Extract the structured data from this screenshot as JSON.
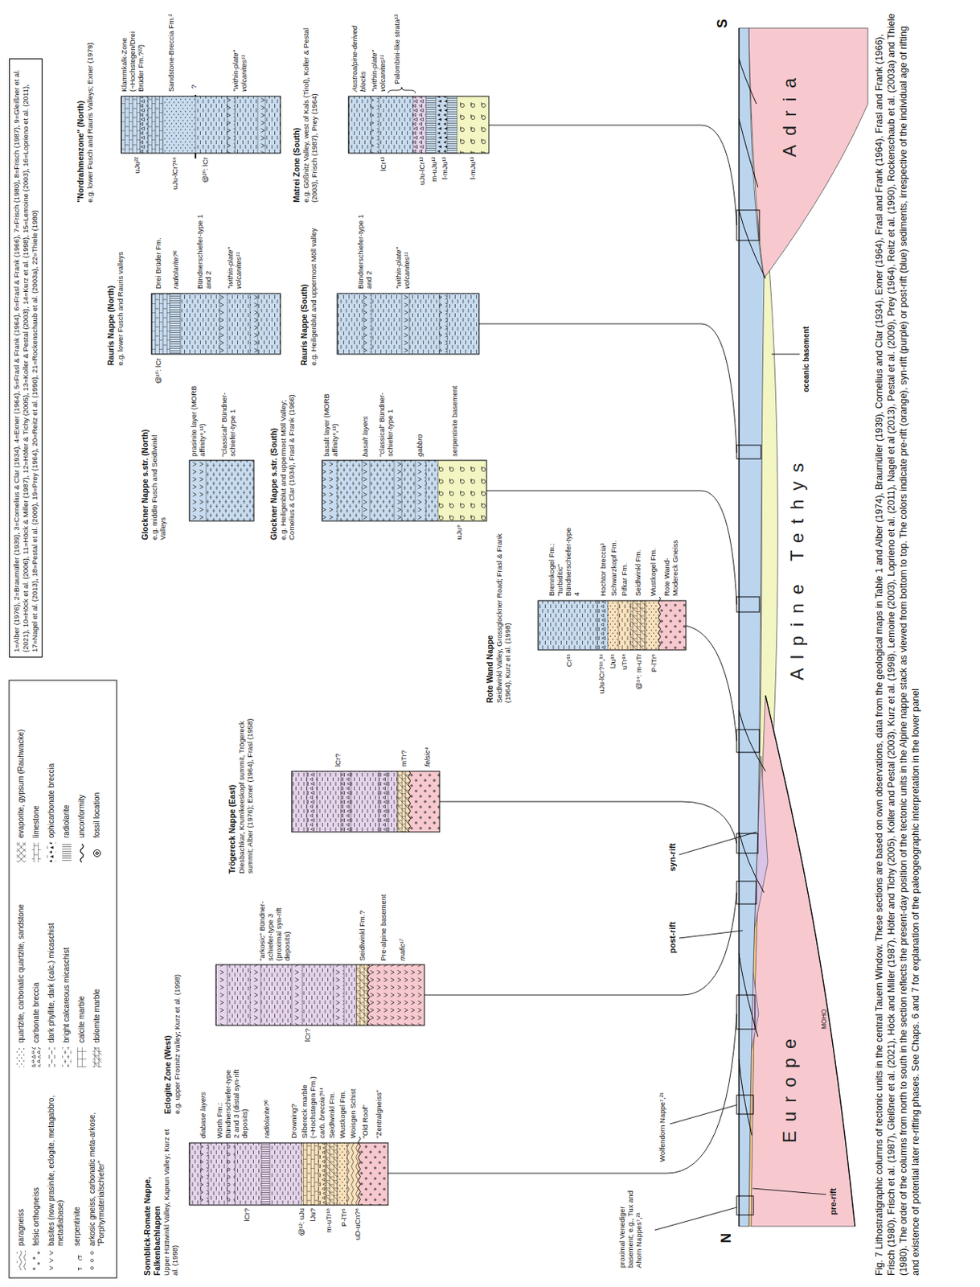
{
  "diagram": {
    "caption": "Fig. 7 Lithostratigraphic columns of tectonic units in the central Tauern Window. These sections are based on own observations, data from the geological maps in Table 1 and Alber (1974), Braumüller (1939), Cornelius and Clar (1934), Exner (1964), Frasl and Frank (1964), Frasl and Frank (1966), Frisch (1980), Frisch et al. (1987), Gleißner et al. (2021), Höck and Miller (1987), Höfer and Tichy (2005), Koller and Pestal (2003), Kurz et al. (1998), Lemoine (2003), Loprieno et al. (2011), Nagel et al (2013), Pestal et al. (2009), Prey (1964), Reitz et al. (1990), Rockenschaub et al. (2003a) and Thiele (1980). The order of the columns from north to south in the section reflects the present-day position of the tectonic units in the Alpine nappe stack as viewed from bottom to top. The colors indicate pre-rift (orange), syn-rift (purple) or post-rift (blue) sediments, irrespective of the individual age of rifting and existence of potential later re-rifting phases. See Chaps. 6 and 7 for explanation of the paleogeographic interpretation in the lower panel",
    "nodes": [
      {
        "text": [
          "1=Alber (1976), 2=Braumüller (1939), 3=Cornelius & Clar (1934), 4=Exner (1964), 5=Frasl & Frank (1964), 6=Frasl & Frank (1966), 7=Frisch (1980), 8=Frisch (1987), 9=Gleißner et al. (2021), 10=Höck et al. (2006), 11=Höck & Miller (1987), 12=Höfer & Tichy (2005), 13=Koller & Pestal (2003), 14=Kurz et al. (1998), 15=Lemoine (2003), 16=Loprieno et al. (2011), 17=Nagel et al. (2013), 18=Pestal et al. (2009), 19=Prey (1964), 20=Reitz et al. (1990), 21=Rockenschaub et al. (2003a), 22=Thiele (1980)"
        ]
      },
      {
        "text": [
          "Sonnblick-Romate Nappe, Falkenbachlappen",
          "Upper Hüttwinkl Valley, Kaprun Valley; Kurz et al. (1998)"
        ]
      },
      {
        "text": [
          "Eclogite Zone (West)",
          "e.g. upper Frosnitz valley; Kurz et al. (1998)"
        ]
      },
      {
        "text": [
          "Trögereck Nappe (East)",
          "Diesbachkar, Krumlkeeskopf summit, Trögereck summit; Alber (1976); Exner (1964), Frasl (1958)"
        ]
      },
      {
        "text": [
          "Rote Wand Nappe",
          "Seidlwinkl Valley, Grossglockner Road; Frasl & Frank (1964), Kurz et al. (1998)"
        ]
      },
      {
        "text": [
          "Glockner Nappe s.str. (North)",
          "e.g. middle Fusch and Seidlwinkl Valleys"
        ]
      },
      {
        "text": [
          "Glockner Nappe s.str. (South)",
          "e.g. Heiligenblut and uppermost Möll Valley; Cornelius & Clar (1934), Frasl & Frank (1966)"
        ]
      },
      {
        "text": [
          "Rauris Nappe (North)",
          "e.g. lower Fusch and Rauris valleys"
        ]
      },
      {
        "text": [
          "Rauris Nappe (South)",
          "e.g. Heiligenblut and uppermost Möll valley"
        ]
      },
      {
        "text": [
          "\"Nordrahmenzone\" (North)",
          "e.g. lower Fusch and Rauris Valleys; Exner (1979)"
        ]
      },
      {
        "text": [
          "Matrei Zone (South)",
          "e.g. Gößnitz Valley, west of Kals (Tirol), Koller & Pestal (2003), Frisch (1987), Prey (1964)"
        ]
      }
    ],
    "labels": [
      "lCr?",
      "@¹²: uJu",
      "lJu?",
      "m-uTr¹⁸",
      "P-lTr⁵",
      "uD-uCn?⁸",
      "diabase layers",
      "Wörth Fm.: Bündnerschiefer-type 2 and 3 (distal syn-rift deposits)",
      "radiolarite?⁶",
      "Drowning?",
      "Silbereck marble (~Hochstegen Fm.)",
      "carb. breccia?¹⁴",
      "Seidlwinkl Fm.",
      "Wustkogel Fm.",
      "Woisgen Schist",
      "\"Old Roof\"",
      "\"Zentralgneiss\"",
      "lCr?",
      "\"arkosic\" Bündner-schiefer-type 3 (proximal syn-rift deposits)",
      "Seidlwinkl Fm.?",
      "Pre-alpine basement",
      "mafic¹⁷",
      "lCr?",
      "mTr?",
      "felsic⁴",
      "Cr¹⁵",
      "uJu-lCr?¹⁵,¹⁶",
      "lJu¹⁵",
      "uTr¹⁸",
      "@¹⁴: m-uTr",
      "P-lTr⁵",
      "Brennkogel Fm.: \"turbiditic\" Bündnerschiefer-type 4",
      "Hochtor breccia³",
      "Schwarzkopf Fm.",
      "Pifkar Fm.",
      "Seidlwinkl Fm.",
      "Wustkogel Fm.",
      "Rote Wand-Modereck Gneiss",
      "prasinite layer (MORB affinity⁹,¹¹)",
      "\"classical\" Bündner-schiefer-type 1",
      "uJu⁹",
      "basalt layer (MORB affinity⁹,¹¹)",
      "basalt layers",
      "\"classical\" Bündner-schiefer-type 1",
      "gabbro",
      "serpentinite basement",
      "@¹⁰: lCr",
      "Drei Brüder Fm.",
      "radiolarite?⁶",
      "Bündnerschiefer-type 1 and 2",
      "\"within-plate\" volcanites¹¹",
      "Bündnerschiefer-type 1 and 2",
      "\"within-plate\" volcanites¹¹",
      "uJu²²",
      "uJu-lCr?¹⁸",
      "@²⁰: lCr",
      "Klammkalk-Zone (~Hochstegen/Drei Brüder Fm.?²²)",
      "Sandstone-Breccia Fm.²",
      "?",
      "\"within-plate\" volcanites¹¹",
      "lCr¹³",
      "uJu-lCr¹³",
      "m-uJu¹³",
      "l-mJu¹³",
      "l-mJu¹³",
      "Austroalpine-derived blocks",
      "\"within-plate\" volcanites¹¹",
      "Palombini-like strata¹³",
      "N",
      "S",
      "proximal Venediger basement; e.g., Tux and Ahorn Nappes⁷,²¹",
      "Wolfendorn Nappe⁷,²¹",
      "post-rift",
      "syn-rift",
      "pre-rift",
      "MOHO",
      "Europe",
      "Alpine Tethys",
      "Adria",
      "oceanic basement"
    ],
    "legend": [
      {
        "text": "paragneiss"
      },
      {
        "text": "felsic orthogneiss"
      },
      {
        "text": "basites (now prasinite, eclogite, metagabbro, metadiabase)"
      },
      {
        "text": "serpentinite"
      },
      {
        "text": "arkosic gneiss, carbonatic meta-arkose, \"Porphyrmaterialschiefer\""
      },
      {
        "text": "quartzite, carbonatic quartzite, sandstone"
      },
      {
        "text": "carbonate breccia"
      },
      {
        "text": "dark phyllite, dark (calc.) micaschist"
      },
      {
        "text": "bright calcareous micaschist"
      },
      {
        "text": "calcite marble"
      },
      {
        "text": "dolomite marble"
      },
      {
        "text": "evaporite, gypsum (Rauhwacke)"
      },
      {
        "text": "limestone"
      },
      {
        "text": "ophicarbonate breccia"
      },
      {
        "text": "radiolarite"
      },
      {
        "text": "unconformity"
      },
      {
        "text": "fossil location"
      }
    ]
  }
}
